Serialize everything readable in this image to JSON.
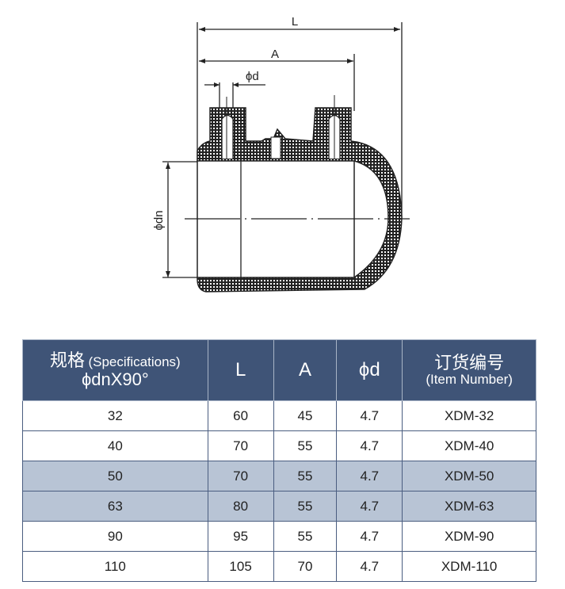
{
  "drawing": {
    "label_L": "L",
    "label_A": "A",
    "label_d": "ϕd",
    "label_dn": "ϕdn"
  },
  "table": {
    "headers": {
      "spec_cn": "规格",
      "spec_en": "(Specifications)",
      "spec_sub": "ϕdnX90°",
      "L": "L",
      "A": "A",
      "d": "ϕd",
      "item_cn": "订货编号",
      "item_en": "(Item Number)"
    },
    "rows": [
      {
        "spec": "32",
        "L": "60",
        "A": "45",
        "d": "4.7",
        "item": "XDM-32"
      },
      {
        "spec": "40",
        "L": "70",
        "A": "55",
        "d": "4.7",
        "item": "XDM-40"
      },
      {
        "spec": "50",
        "L": "70",
        "A": "55",
        "d": "4.7",
        "item": "XDM-50"
      },
      {
        "spec": "63",
        "L": "80",
        "A": "55",
        "d": "4.7",
        "item": "XDM-63"
      },
      {
        "spec": "90",
        "L": "95",
        "A": "55",
        "d": "4.7",
        "item": "XDM-90"
      },
      {
        "spec": "110",
        "L": "105",
        "A": "70",
        "d": "4.7",
        "item": "XDM-110"
      }
    ],
    "shaded_rows": [
      2,
      3
    ],
    "header_color": "#3f5477",
    "shade_color": "#b8c4d5"
  }
}
